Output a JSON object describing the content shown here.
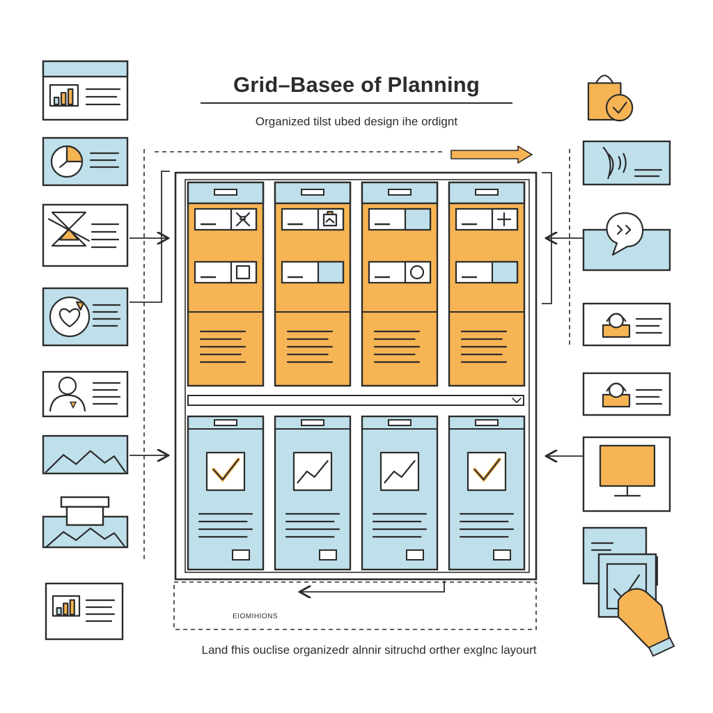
{
  "header": {
    "title": "Grid–Basee of Planning",
    "subtitle": "Organized tilst ubed design ihe ordignt"
  },
  "footer": {
    "small_label": "EIOMIHIONS",
    "caption": "Land fhis ouclise organizedr alnnir sitruchd orther exglnc layourt"
  },
  "colors": {
    "stroke": "#2c2c2c",
    "blue": "#bfe0ea",
    "orange": "#f6b454",
    "white": "#ffffff"
  },
  "left_cards": [
    {
      "name": "bar-chart-card",
      "icon": "bar-chart-icon"
    },
    {
      "name": "clock-card",
      "icon": "clock-icon"
    },
    {
      "name": "hourglass-card",
      "icon": "hourglass-icon"
    },
    {
      "name": "heart-card",
      "icon": "heart-icon"
    },
    {
      "name": "person-card",
      "icon": "person-icon"
    },
    {
      "name": "mountains-card",
      "icon": "mountains-icon"
    },
    {
      "name": "landscape-card",
      "icon": "landscape-icon"
    },
    {
      "name": "small-bar-chart-card",
      "icon": "bar-chart-icon"
    }
  ],
  "right_cards": [
    {
      "name": "shopping-bag-card",
      "icon": "shopping-bag-check-icon"
    },
    {
      "name": "audio-card",
      "icon": "sound-icon"
    },
    {
      "name": "chat-card",
      "icon": "chat-bubble-icon"
    },
    {
      "name": "support-agent-card",
      "icon": "headset-person-icon"
    },
    {
      "name": "agent-card",
      "icon": "headset-person-icon"
    },
    {
      "name": "monitor-card",
      "icon": "monitor-icon"
    },
    {
      "name": "documents-card",
      "icon": "hand-check-document-icon"
    }
  ],
  "top_columns": [
    {
      "icon1": "cross-tool-icon",
      "icon2": "square-icon"
    },
    {
      "icon1": "clipboard-icon",
      "icon2": "blank-panel"
    },
    {
      "icon1": "blank-panel",
      "icon2": "circle-icon"
    },
    {
      "icon1": "plus-icon",
      "icon2": "blank-panel"
    }
  ],
  "bottom_columns": [
    {
      "icon": "checkmark-icon"
    },
    {
      "icon": "trend-up-icon"
    },
    {
      "icon": "trend-up-icon"
    },
    {
      "icon": "checkmark-icon"
    }
  ]
}
